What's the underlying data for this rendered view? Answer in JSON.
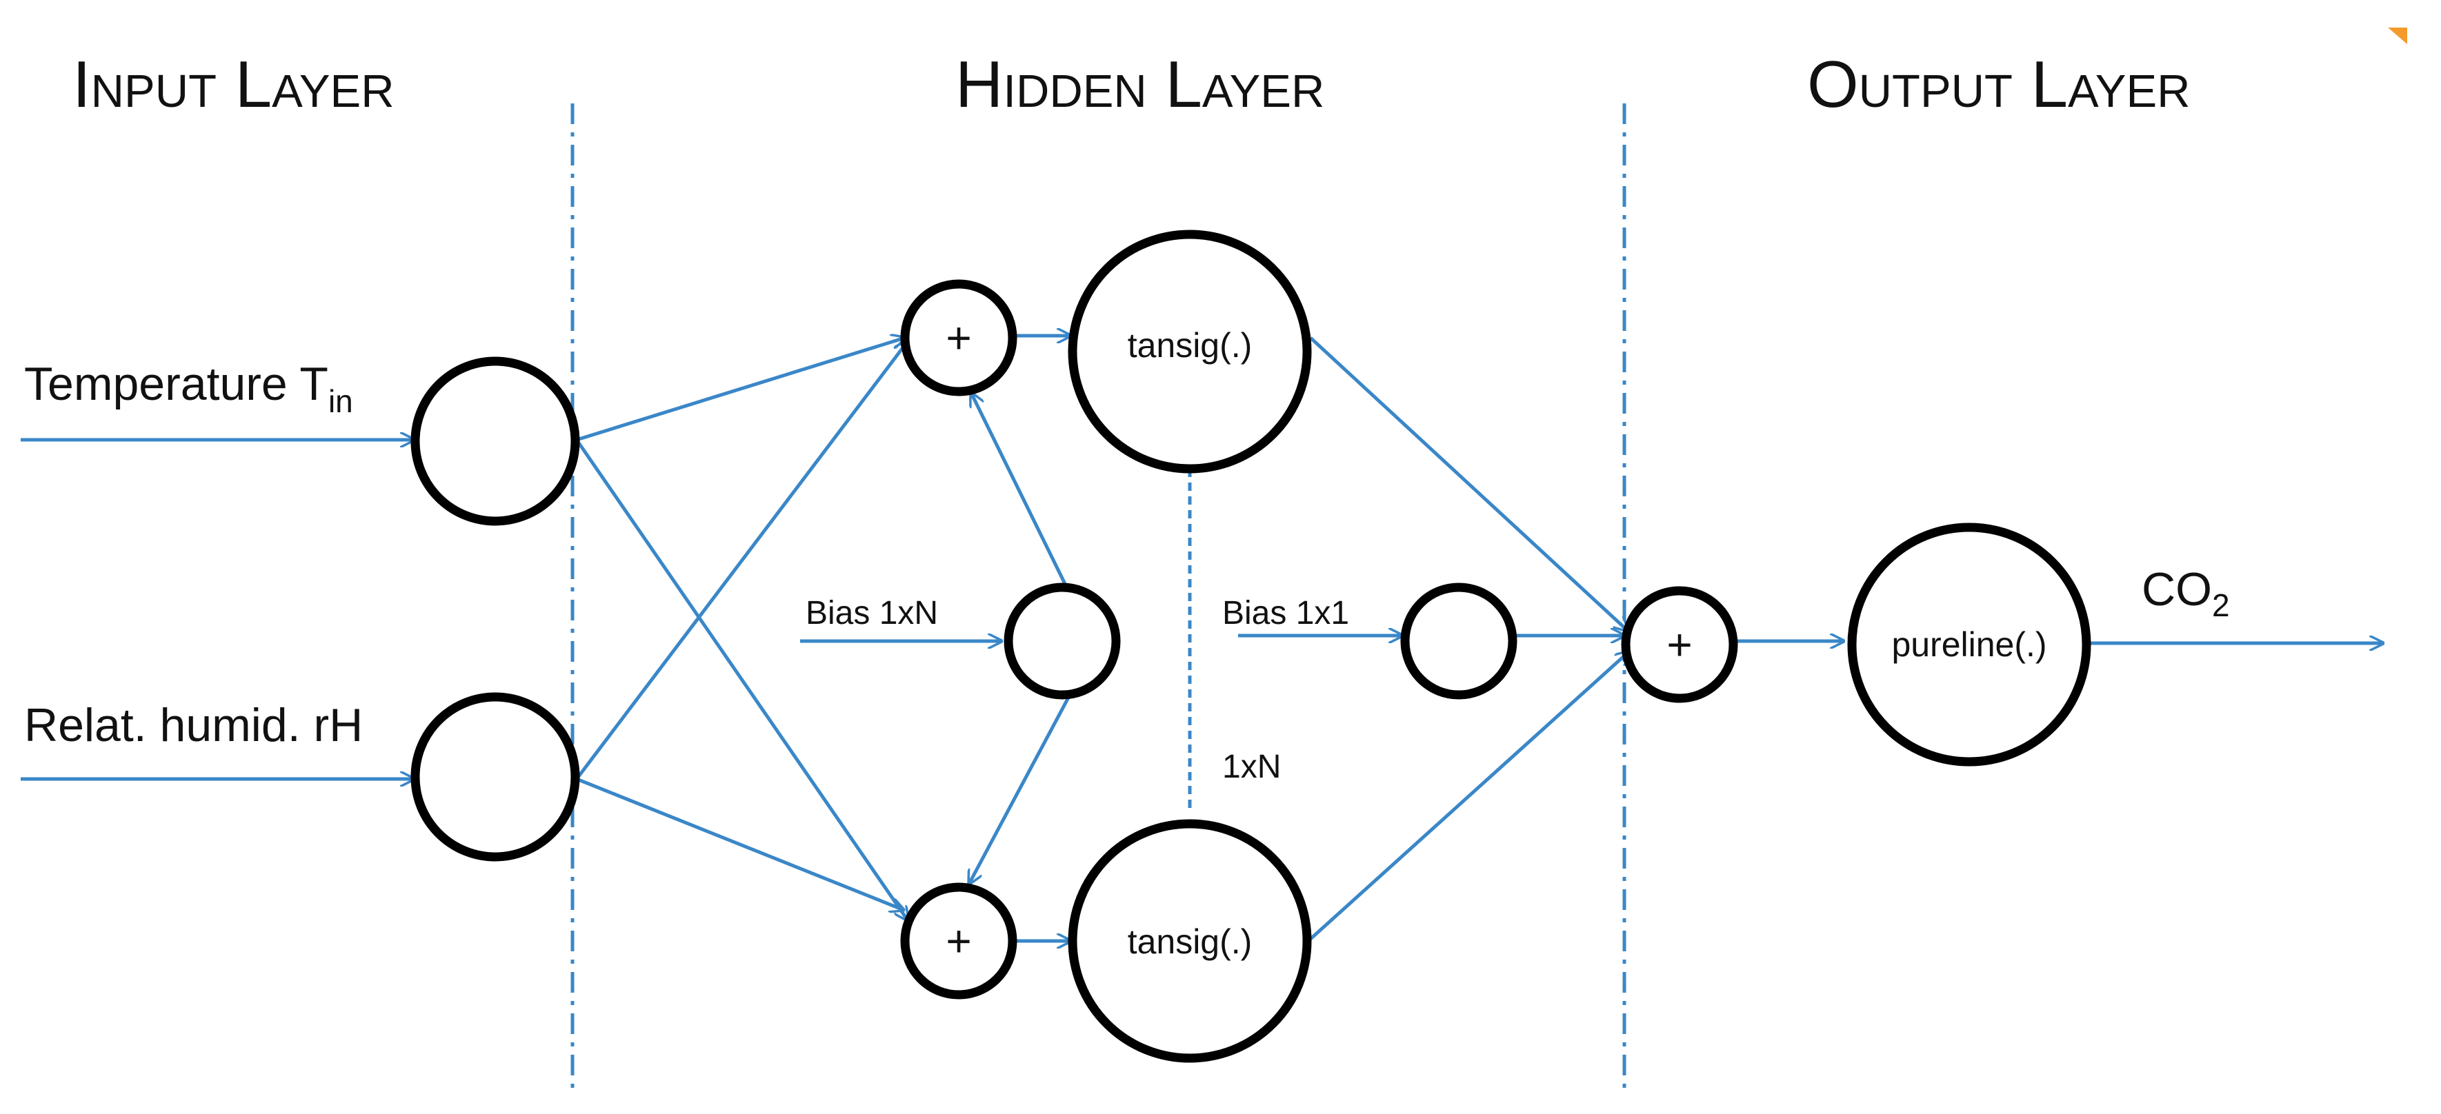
{
  "layers": {
    "input_title": "Input Layer",
    "hidden_title": "Hidden Layer",
    "output_title": "Output Layer"
  },
  "inputs": {
    "temperature": "Temperature T",
    "temperature_sub": "in",
    "humidity": "Relat. humid. rH"
  },
  "hidden": {
    "bias_label": "Bias 1xN",
    "plus_top": "+",
    "plus_bottom": "+",
    "activation_top": "tansig(.)",
    "activation_bottom": "tansig(.)",
    "dimension_label": "1xN"
  },
  "output": {
    "bias_label": "Bias 1x1",
    "plus": "+",
    "activation": "pureline(.)",
    "result": "CO",
    "result_sub": "2"
  },
  "colors": {
    "edge": "#3a87c8",
    "node_stroke": "#000000",
    "corner_accent": "#f59a2c"
  }
}
